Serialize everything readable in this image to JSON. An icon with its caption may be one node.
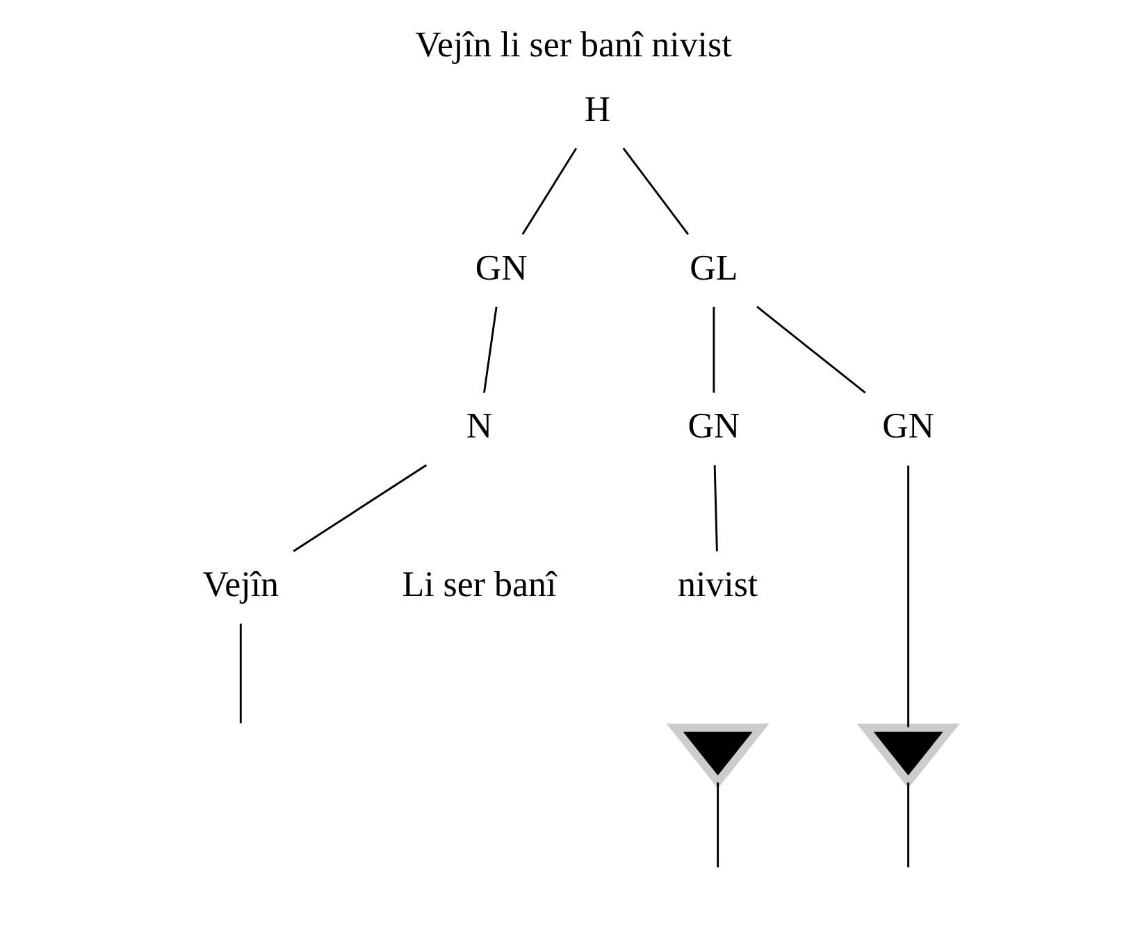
{
  "diagram": {
    "title": "Vejîn li ser banî nivist",
    "nodes": [
      {
        "text": [
          "H"
        ]
      },
      {
        "text": [
          "GN"
        ]
      },
      {
        "text": [
          "GL"
        ]
      },
      {
        "text": [
          "GN"
        ]
      },
      {
        "text": [
          "GN"
        ]
      },
      {
        "text": [
          "N"
        ]
      },
      {
        "text": [
          "Vejîn"
        ]
      },
      {
        "text": [
          "Li ser banî"
        ]
      },
      {
        "text": [
          "nivist"
        ]
      },
      {
        "text": [],
        "shape": "triangle"
      },
      {
        "text": [],
        "shape": "triangle"
      }
    ],
    "edges": [
      {
        "from": 0,
        "to": 1,
        "arrow": "none"
      },
      {
        "from": 0,
        "to": 2,
        "arrow": "none"
      },
      {
        "from": 2,
        "to": 3,
        "arrow": "none"
      },
      {
        "from": 2,
        "to": 4,
        "arrow": "none"
      },
      {
        "from": 1,
        "to": 5,
        "arrow": "none"
      },
      {
        "from": 5,
        "to": 6,
        "arrow": "none"
      },
      {
        "from": 6,
        "to": null,
        "arrow": "none"
      },
      {
        "from": 3,
        "to": 8,
        "arrow": "none"
      },
      {
        "from": 9,
        "to": null,
        "arrow": "none"
      },
      {
        "from": 4,
        "to": 10,
        "arrow": "none"
      },
      {
        "from": 10,
        "to": null,
        "arrow": "none"
      }
    ]
  }
}
